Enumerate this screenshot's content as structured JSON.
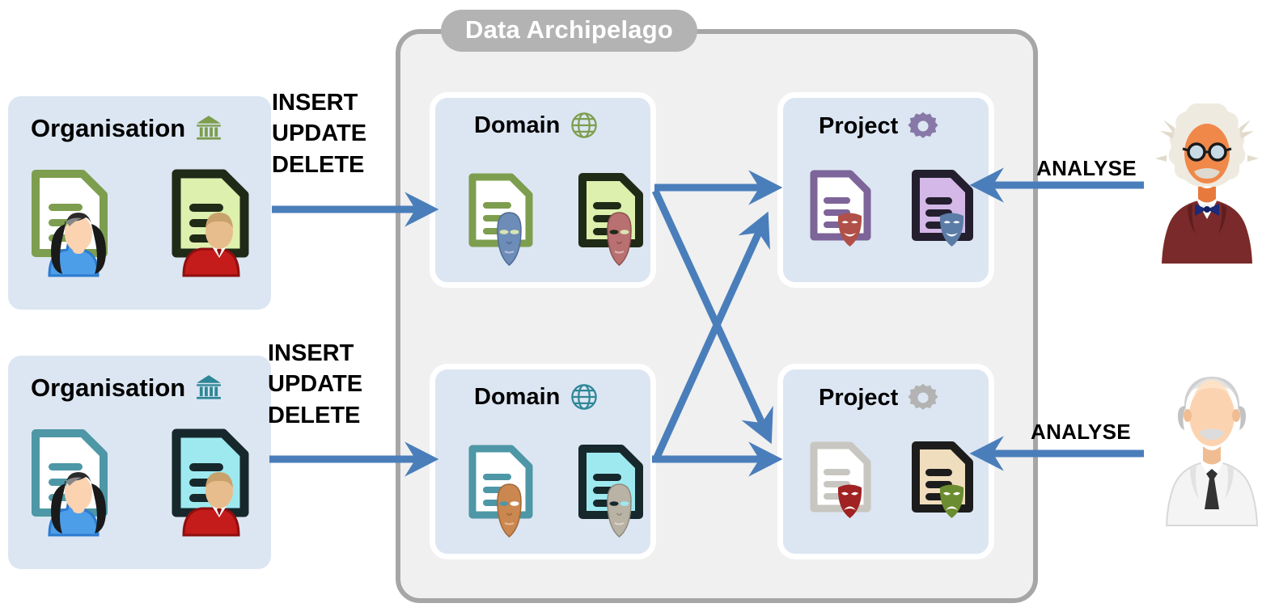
{
  "diagram": {
    "title": "Data Archipelago",
    "background": "#ffffff",
    "container": {
      "fill": "#f0f0f0",
      "border": "#a6a6a6",
      "badge_fill": "#b3b3b3",
      "badge_text": "#ffffff"
    },
    "palette": {
      "card_fill": "#dce6f2",
      "card_border": "#ffffff",
      "arrow": "#4a7ebb",
      "text": "#000000",
      "org_green": "#7d9e4f",
      "org_green_light": "#d6eaa8",
      "org_teal": "#4e97a6",
      "org_teal_light": "#9ee9f0",
      "project_purple": "#8878a8",
      "project_gray": "#b3b3b3"
    }
  },
  "organisations": [
    {
      "label": "Organisation",
      "icon": "bank-icon",
      "icon_color": "#7d9e4f",
      "documents": [
        {
          "doc_outline": "#7d9e4f",
          "doc_fill": "#ffffff",
          "person": "woman-avatar"
        },
        {
          "doc_outline": "#1f2a17",
          "doc_fill": "#ddf0ad",
          "person": "man-avatar"
        }
      ]
    },
    {
      "label": "Organisation",
      "icon": "bank-icon",
      "icon_color": "#2e8797",
      "documents": [
        {
          "doc_outline": "#4e97a6",
          "doc_fill": "#ffffff",
          "person": "woman-avatar"
        },
        {
          "doc_outline": "#16282c",
          "doc_fill": "#9ee9f0",
          "person": "man-avatar"
        }
      ]
    }
  ],
  "domains": [
    {
      "label": "Domain",
      "icon": "globe-icon",
      "icon_color": "#7d9e4f",
      "documents": [
        {
          "doc_outline": "#7d9e4f",
          "doc_fill": "#ffffff",
          "mask": "neutral-mask",
          "mask_color": "#6d8cb8"
        },
        {
          "doc_outline": "#1f2a17",
          "doc_fill": "#ddf0ad",
          "mask": "neutral-mask",
          "mask_color": "#b87070"
        }
      ]
    },
    {
      "label": "Domain",
      "icon": "globe-icon",
      "icon_color": "#2e8797",
      "documents": [
        {
          "doc_outline": "#4e97a6",
          "doc_fill": "#ffffff",
          "mask": "neutral-mask",
          "mask_color": "#cb8750"
        },
        {
          "doc_outline": "#16282c",
          "doc_fill": "#9ee9f0",
          "mask": "neutral-mask",
          "mask_color": "#b9b3a6"
        }
      ]
    }
  ],
  "projects": [
    {
      "label": "Project",
      "icon": "gear-icon",
      "icon_color": "#8878a8",
      "documents": [
        {
          "doc_outline": "#7d6499",
          "doc_fill": "#ffffff",
          "mask": "comedy-mask",
          "mask_color": "#b05048"
        },
        {
          "doc_outline": "#241f2e",
          "doc_fill": "#d4b8e8",
          "mask": "comedy-mask",
          "mask_color": "#5b7ca6"
        }
      ]
    },
    {
      "label": "Project",
      "icon": "gear-icon",
      "icon_color": "#b3b3b3",
      "documents": [
        {
          "doc_outline": "#c8c6c0",
          "doc_fill": "#ffffff",
          "mask": "tragedy-mask",
          "mask_color": "#a02222"
        },
        {
          "doc_outline": "#1c1c1c",
          "doc_fill": "#f0ddbd",
          "mask": "tragedy-mask",
          "mask_color": "#6b8c30"
        }
      ]
    }
  ],
  "operations": {
    "write_label": "INSERT\nUPDATE\nDELETE",
    "read_label": "ANALYSE"
  },
  "actors": [
    {
      "name": "einstein-scientist",
      "hair": "#efeadf",
      "skin": "#f0884a",
      "jacket": "#7a2a2a",
      "tie": "#1b2a7a"
    },
    {
      "name": "doctor-scientist",
      "hair": "#cfcfcf",
      "skin": "#fbd3b0",
      "jacket": "#f4f4f4",
      "tie": "#333333"
    }
  ],
  "flows": [
    {
      "from": "organisation-1",
      "to": "domain-1",
      "label": "INSERT\nUPDATE\nDELETE",
      "direction": "right"
    },
    {
      "from": "organisation-2",
      "to": "domain-2",
      "label": "INSERT\nUPDATE\nDELETE",
      "direction": "right"
    },
    {
      "from": "domain-1",
      "to": "project-1",
      "label": "",
      "direction": "right"
    },
    {
      "from": "domain-1",
      "to": "project-2",
      "label": "",
      "direction": "down-right"
    },
    {
      "from": "domain-2",
      "to": "project-1",
      "label": "",
      "direction": "up-right"
    },
    {
      "from": "domain-2",
      "to": "project-2",
      "label": "",
      "direction": "right"
    },
    {
      "from": "einstein-scientist",
      "to": "project-1",
      "label": "ANALYSE",
      "direction": "left"
    },
    {
      "from": "doctor-scientist",
      "to": "project-2",
      "label": "ANALYSE",
      "direction": "left"
    }
  ]
}
